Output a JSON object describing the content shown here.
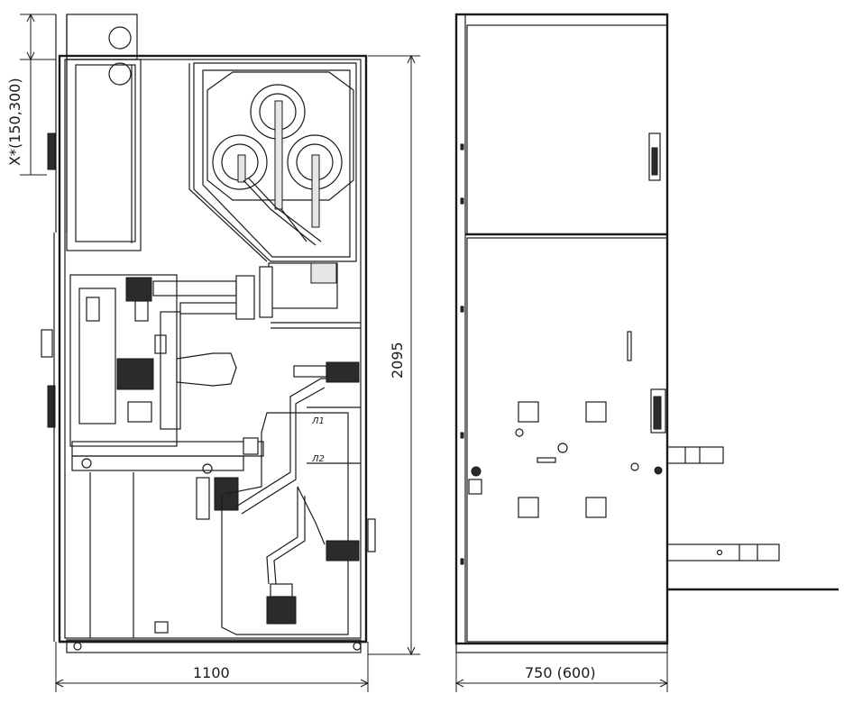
{
  "dimensions": {
    "width_front": "1100",
    "height_total": "2095",
    "height_top": "X*(150,300)",
    "width_side": "750 (600)"
  },
  "labels": {
    "l1": "Л1",
    "l2": "Л2"
  }
}
